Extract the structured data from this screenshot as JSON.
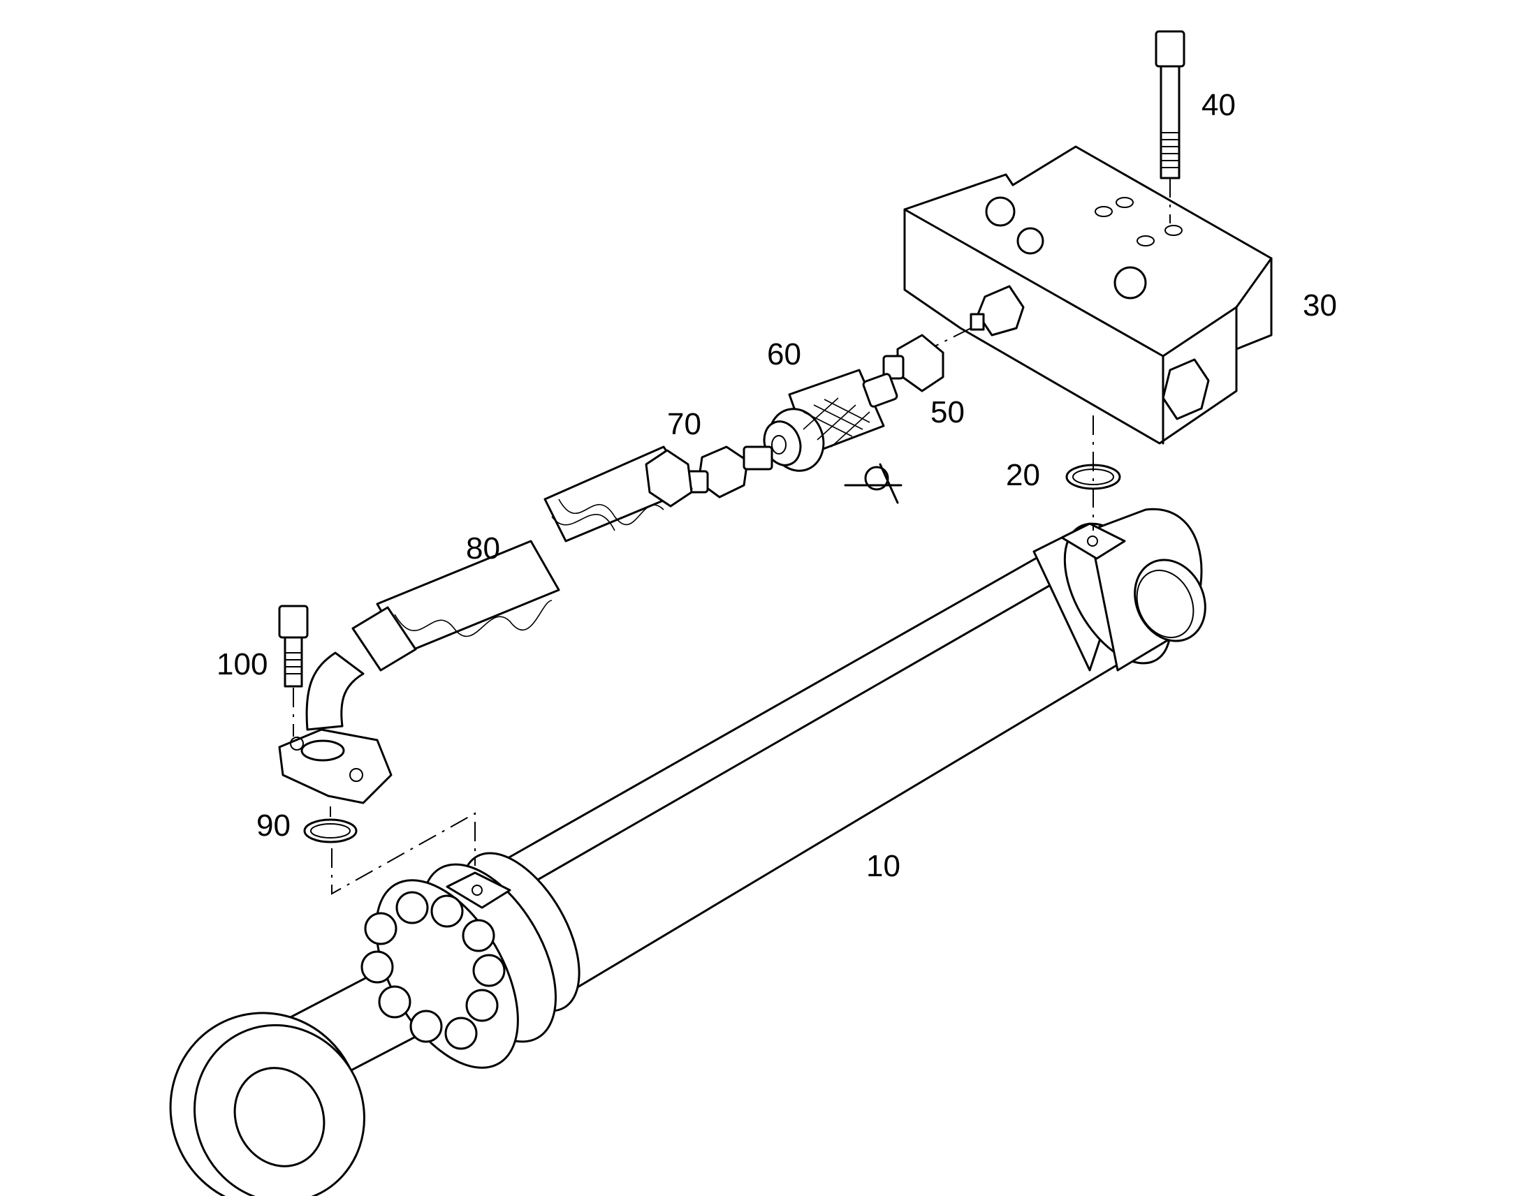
{
  "figure": {
    "callouts": [
      {
        "id": "10",
        "text": "10"
      },
      {
        "id": "20",
        "text": "20"
      },
      {
        "id": "30",
        "text": "30"
      },
      {
        "id": "40",
        "text": "40"
      },
      {
        "id": "50",
        "text": "50"
      },
      {
        "id": "60",
        "text": "60"
      },
      {
        "id": "70",
        "text": "70"
      },
      {
        "id": "80",
        "text": "80"
      },
      {
        "id": "90",
        "text": "90"
      },
      {
        "id": "100",
        "text": "100"
      }
    ],
    "stroke_color": "#000000",
    "background_color": "#ffffff"
  }
}
